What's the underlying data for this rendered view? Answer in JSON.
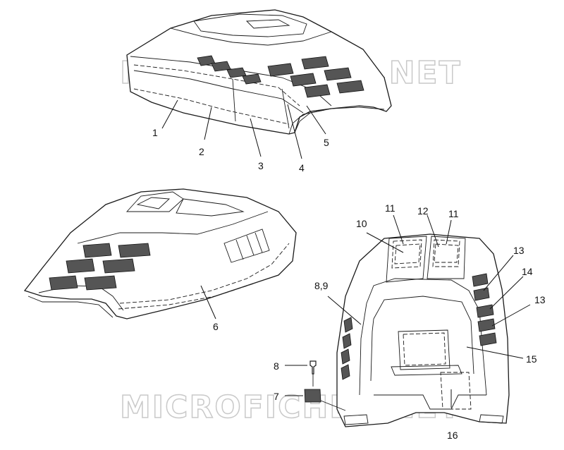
{
  "watermark": {
    "top_text": "MICROFICHES.NET",
    "bottom_text": "MICROFICHES.NET"
  },
  "callouts": {
    "c1": "1",
    "c2": "2",
    "c3": "3",
    "c4": "4",
    "c5": "5",
    "c6": "6",
    "c7": "7",
    "c8a": "8",
    "c89": "8,9",
    "c10": "10",
    "c11a": "11",
    "c11b": "11",
    "c12": "12",
    "c13a": "13",
    "c13b": "13",
    "c14": "14",
    "c15": "15",
    "c16": "16"
  }
}
